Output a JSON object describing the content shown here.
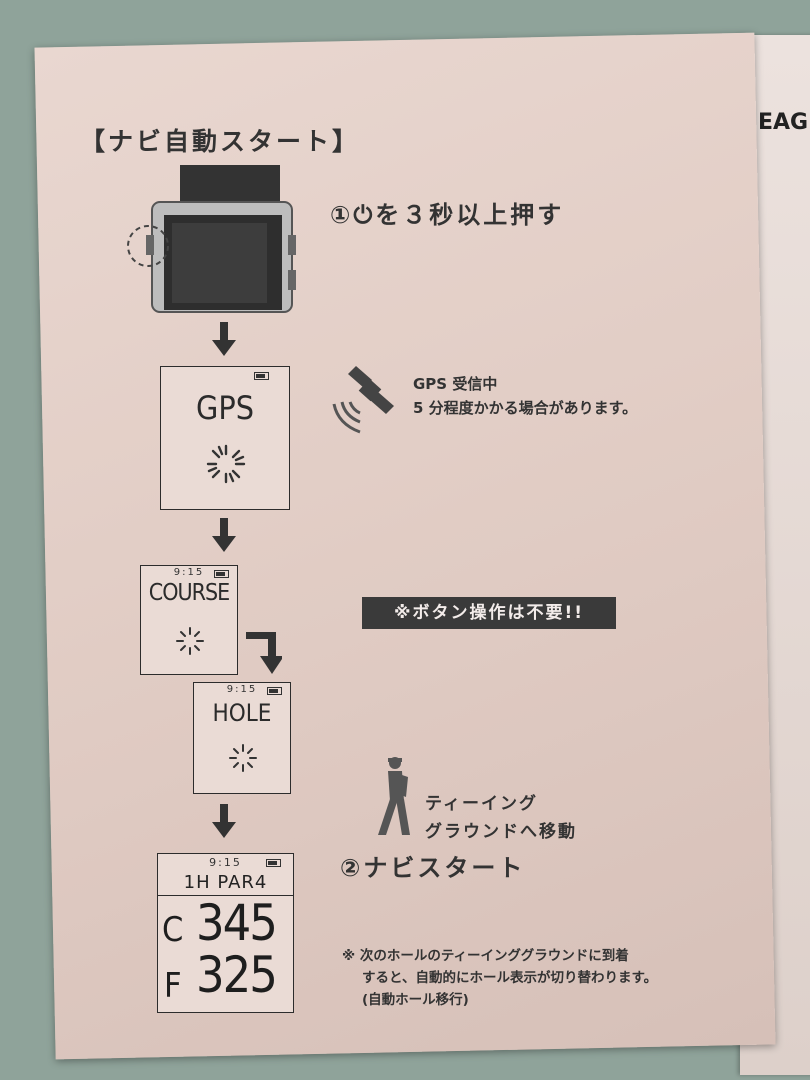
{
  "title": "【ナビ自動スタート】",
  "step1": "①⏻を３秒以上押す",
  "gps": {
    "screen_label": "GPS",
    "note_line1": "GPS 受信中",
    "note_line2": "5 分程度かかる場合があります。"
  },
  "course": {
    "time": "9:15",
    "label": "COURSE"
  },
  "hole": {
    "time": "9:15",
    "label": "HOLE"
  },
  "banner": "※ボタン操作は不要!!",
  "tee": {
    "line1": "ティーイング",
    "line2": "グラウンドへ移動"
  },
  "step2": "②ナビスタート",
  "nav": {
    "time": "9:15",
    "hole_par": "1H PAR4",
    "center_prefix": "C",
    "center_value": "345",
    "front_prefix": "F",
    "front_value": "325"
  },
  "footnote": {
    "line1": "※ 次のホールのティーインググラウンドに到着",
    "line2": "すると、自動的にホール表示が切り替わります。",
    "line3": "(自動ホール移行)"
  },
  "side": {
    "brand_partial": "EAG"
  },
  "icons": [
    "power-icon",
    "watch-icon",
    "satellite-icon",
    "walking-person-icon",
    "loading-spinner-icon",
    "battery-icon",
    "down-arrow-icon",
    "elbow-arrow-icon"
  ]
}
